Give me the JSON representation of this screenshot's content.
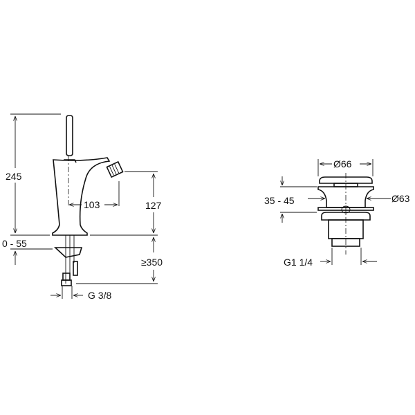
{
  "faucet": {
    "height_total": "245",
    "spout_height": "127",
    "spout_reach": "103",
    "deck_thickness": "0 - 55",
    "hose_length": "≥350",
    "connection": "G 3/8"
  },
  "drain": {
    "cap_diameter": "Ø66",
    "body_diameter": "Ø63",
    "thickness_range": "35 - 45",
    "thread": "G1 1/4"
  }
}
